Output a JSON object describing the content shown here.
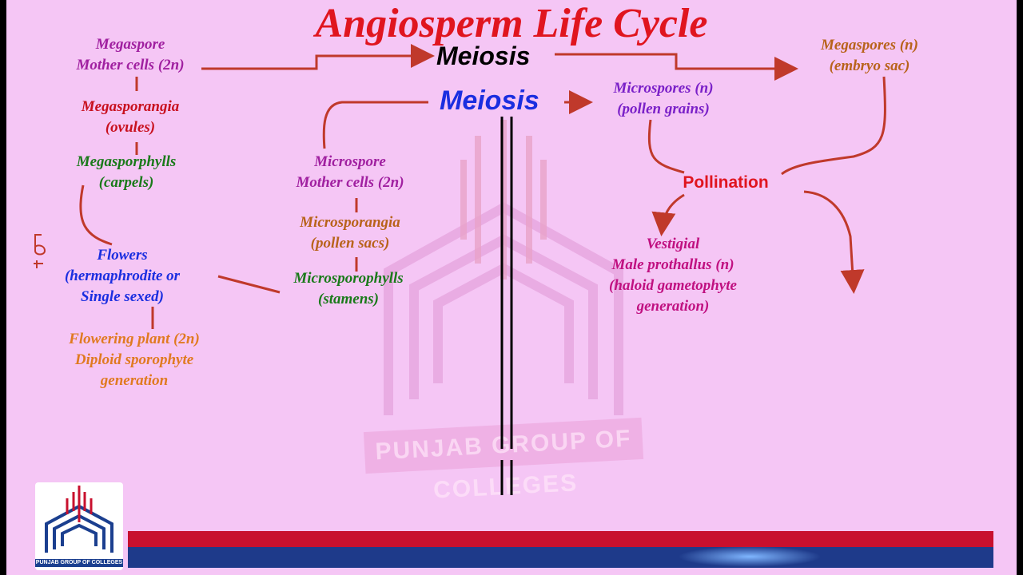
{
  "title": "Angiosperm Life Cycle",
  "meiosis_top": "Meiosis",
  "meiosis_mid": "Meiosis",
  "megaspore_mother": [
    "Megaspore",
    "Mother cells (2n)"
  ],
  "megasporangia": [
    "Megasporangia",
    "(ovules)"
  ],
  "megasporophylls": [
    "Megasporphylls",
    "(carpels)"
  ],
  "flowers": [
    "Flowers",
    "(hermaphrodite or",
    "Single sexed)"
  ],
  "flowering_plant": [
    "Flowering plant (2n)",
    "Diploid sporophyte",
    "generation"
  ],
  "microspore_mother": [
    "Microspore",
    "Mother cells (2n)"
  ],
  "microsporangia": [
    "Microsporangia",
    "(pollen sacs)"
  ],
  "microsporophylls": [
    "Microsporophylls",
    "(stamens)"
  ],
  "megaspores": [
    "Megaspores (n)",
    "(embryo sac)"
  ],
  "microspores": [
    "Microspores (n)",
    "(pollen grains)"
  ],
  "pollination": "Pollination",
  "vestigial": [
    "Vestigial",
    "Male prothallus (n)",
    "(haloid gametophyte",
    "generation)"
  ],
  "watermark": "PUNJAB GROUP OF COLLEGES",
  "logo_text": "PUNJAB GROUP OF COLLEGES",
  "colors": {
    "background": "#f5c6f5",
    "title": "#e0151f",
    "arrow": "#c0392b",
    "footer_red": "#c8102e",
    "footer_blue": "#1e3a8a"
  }
}
